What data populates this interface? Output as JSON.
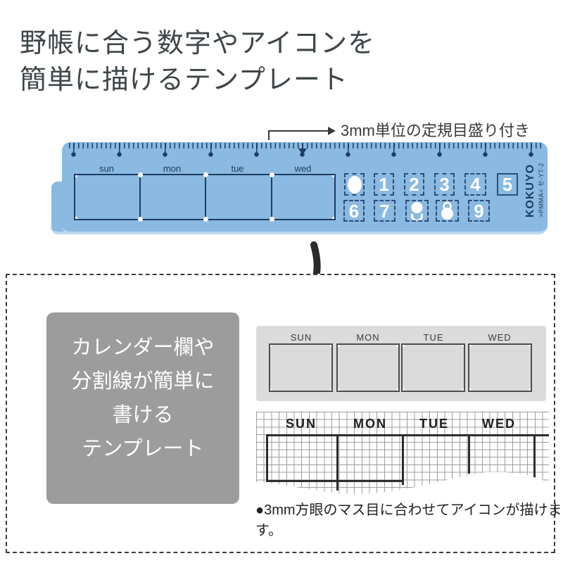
{
  "heading": {
    "line1": "野帳に合う数字やアイコンを",
    "line2": "簡単に描けるテンプレート"
  },
  "ruler": {
    "annotation": "3mm単位の定規目盛り付き",
    "day_labels": [
      "sun",
      "mon",
      "tue",
      "wed"
    ],
    "digits_row1": [
      "0",
      "1",
      "2",
      "3",
      "4",
      "5"
    ],
    "digits_row2": [
      "6",
      "7",
      "9"
    ],
    "icon_slots": [
      "circle-stencil-icon",
      "lock-stencil-icon"
    ],
    "brand": "KOKUYO",
    "model": ">PMMA< セ-YT-2",
    "body_color": "#8ab9e2",
    "line_color": "#1d3e62"
  },
  "callout": {
    "lines": [
      "カレンダー欄や",
      "分割線が簡単に",
      "書ける",
      "テンプレート"
    ],
    "bg_color": "#9c9c9c"
  },
  "stencil_example": {
    "day_labels": [
      "SUN",
      "MON",
      "TUE",
      "WED"
    ],
    "bg_color": "#dbdbdb"
  },
  "grid_example": {
    "day_labels": [
      "SUN",
      "MON",
      "TUE",
      "WED"
    ],
    "line_color": "#2d2d2d"
  },
  "footnote": "●3mm方眼のマス目に合わせてアイコンが描けます。"
}
